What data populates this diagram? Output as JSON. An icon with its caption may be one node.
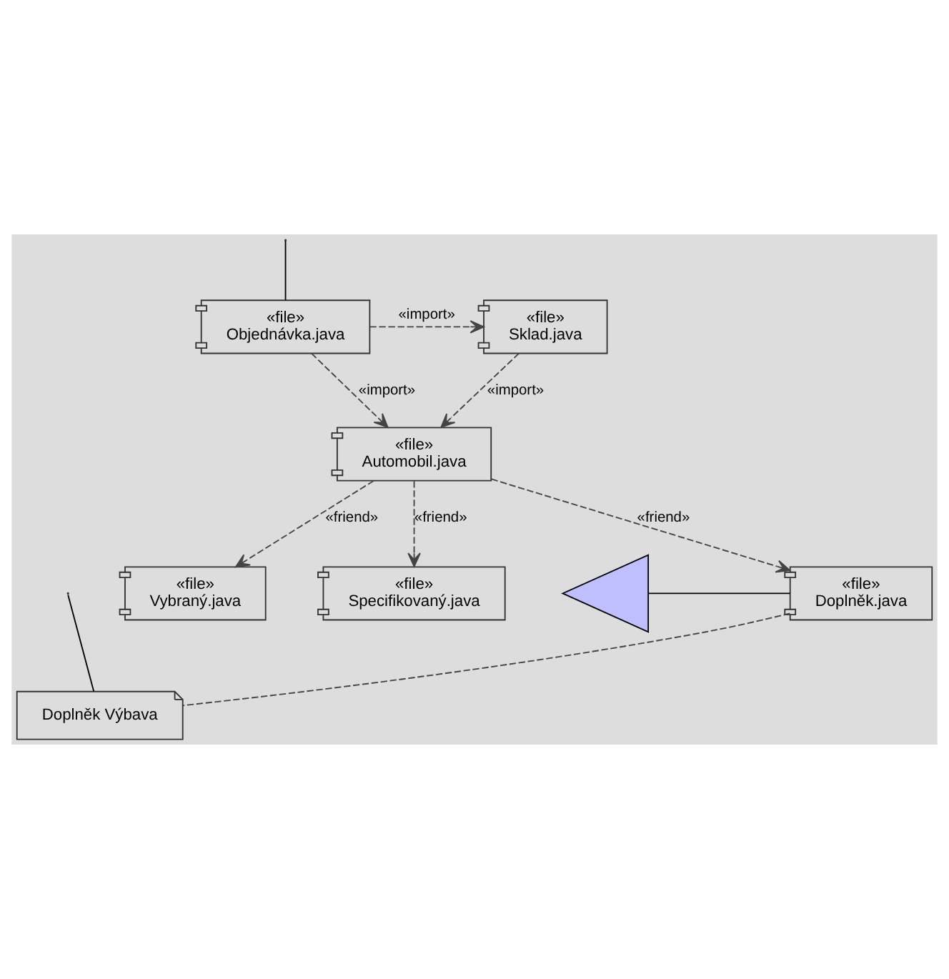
{
  "diagram": {
    "nodes": [
      {
        "text": [
          "«file»",
          "Objednávka.java"
        ]
      },
      {
        "text": [
          "«file»",
          "Sklad.java"
        ]
      },
      {
        "text": [
          "«file»",
          "Automobil.java"
        ]
      },
      {
        "text": [
          "«file»",
          "Vybraný.java"
        ]
      },
      {
        "text": [
          "«file»",
          "Specifikovaný.java"
        ]
      },
      {
        "text": [
          "«file»",
          "Doplněk.java"
        ]
      },
      {
        "text": [
          "Doplněk Výbava"
        ]
      },
      {
        "text": [],
        "shape": "callout"
      }
    ],
    "edges": [
      {
        "from": 0,
        "to": 1,
        "arrow": "to",
        "label": "«import»",
        "style": "dashed"
      },
      {
        "from": 1,
        "to": 2,
        "arrow": "to",
        "label": "«import»",
        "style": "dashed"
      },
      {
        "from": 0,
        "to": 2,
        "arrow": "to",
        "label": "«import»",
        "style": "dashed"
      },
      {
        "from": 2,
        "to": 3,
        "arrow": "to",
        "label": "«friend»",
        "style": "dashed"
      },
      {
        "from": 2,
        "to": 4,
        "arrow": "to",
        "label": "«friend»",
        "style": "dashed"
      },
      {
        "from": 2,
        "to": 5,
        "arrow": "to",
        "label": "«friend»",
        "style": "dashed"
      },
      {
        "from": 5,
        "to": 6,
        "arrow": "none",
        "style": "dashed"
      },
      {
        "from": 7,
        "to": 5,
        "arrow": "none"
      },
      {
        "from": null,
        "to": 0,
        "arrow": "none"
      },
      {
        "from": null,
        "to": 6,
        "arrow": "none"
      }
    ]
  }
}
